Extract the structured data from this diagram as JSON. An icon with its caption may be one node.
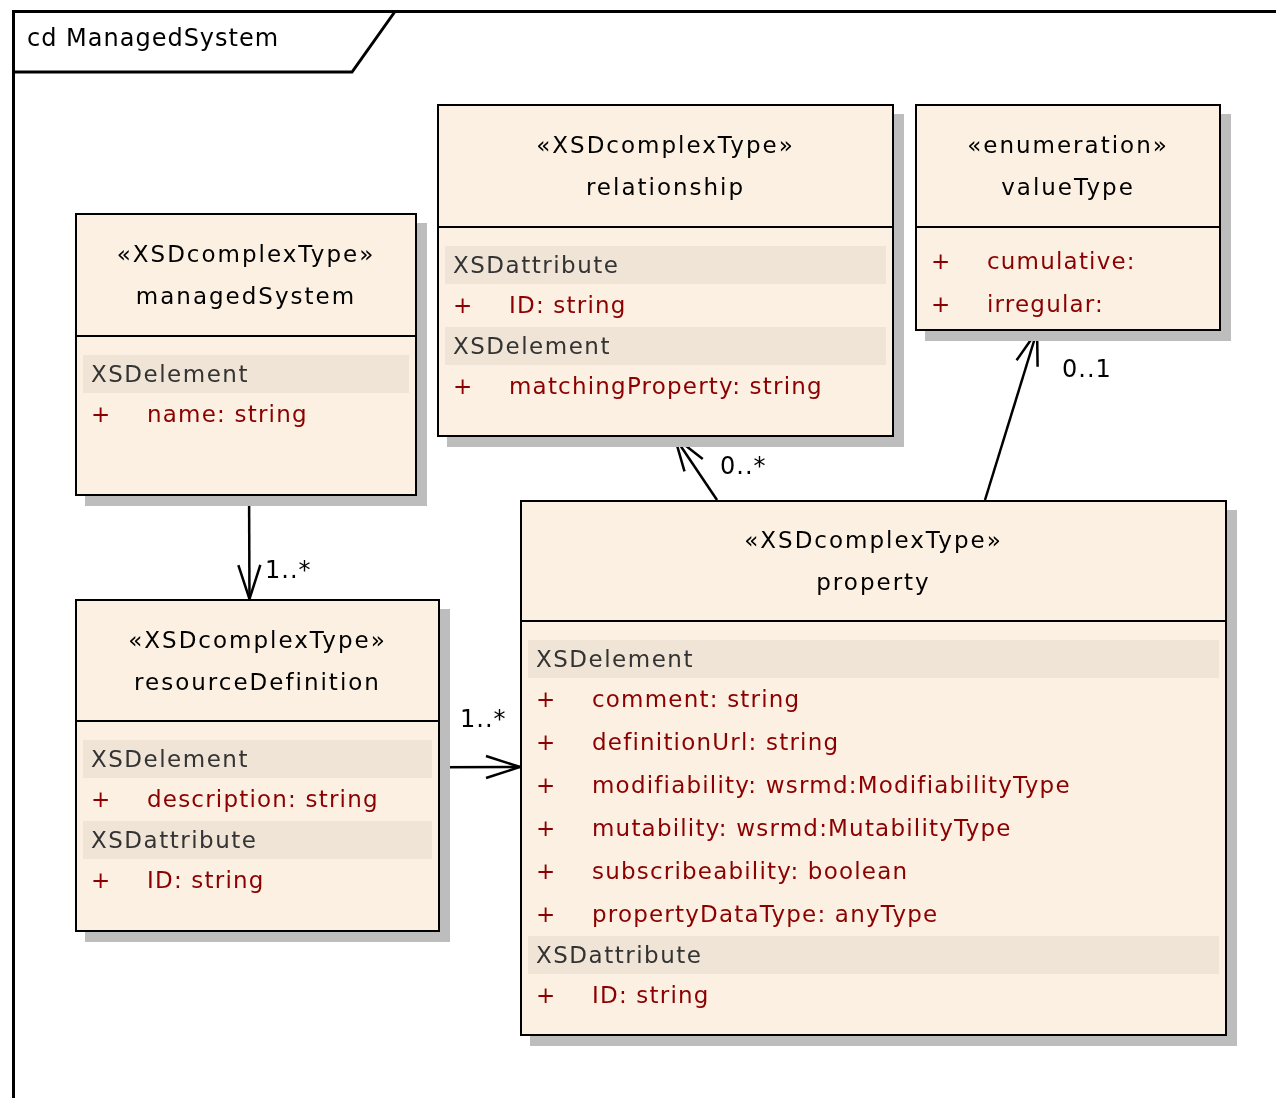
{
  "diagram": {
    "nodes": [
      {
        "text": [
          "cd ManagedSystem"
        ]
      },
      {
        "text": [
          "«XSDcomplexType»",
          "relationship",
          "XSDattribute",
          "+",
          "ID: string",
          "XSDelement",
          "+",
          "matchingProperty: string"
        ],
        "in": 0
      },
      {
        "text": [
          "«enumeration»",
          "valueType",
          "+",
          "cumulative:",
          "+",
          "irregular:"
        ],
        "in": 0
      },
      {
        "text": [
          "«XSDcomplexType»",
          "managedSystem",
          "XSDelement",
          "+",
          "name: string"
        ],
        "in": 0
      },
      {
        "text": [
          "«XSDcomplexType»",
          "property",
          "XSDelement",
          "+",
          "comment: string",
          "+",
          "definitionUrl: string",
          "+",
          "modifiability: wsrmd:ModifiabilityType",
          "+",
          "mutability: wsrmd:MutabilityType",
          "+",
          "subscribeability: boolean",
          "+",
          "propertyDataType: anyType",
          "XSDattribute",
          "+",
          "ID: string"
        ],
        "in": 0
      },
      {
        "text": [
          "«XSDcomplexType»",
          "resourceDefinition",
          "XSDelement",
          "+",
          "description: string",
          "XSDattribute",
          "+",
          "ID: string"
        ],
        "in": 0
      }
    ],
    "edges": [
      {
        "from": 3,
        "to": 5,
        "arrow": "to",
        "label": "1..*"
      },
      {
        "from": 5,
        "to": 4,
        "arrow": "to",
        "label": "1..*"
      },
      {
        "from": 4,
        "to": 1,
        "arrow": "to",
        "label": "0..*"
      },
      {
        "from": 4,
        "to": 2,
        "arrow": "to",
        "label": "0..1"
      }
    ]
  }
}
